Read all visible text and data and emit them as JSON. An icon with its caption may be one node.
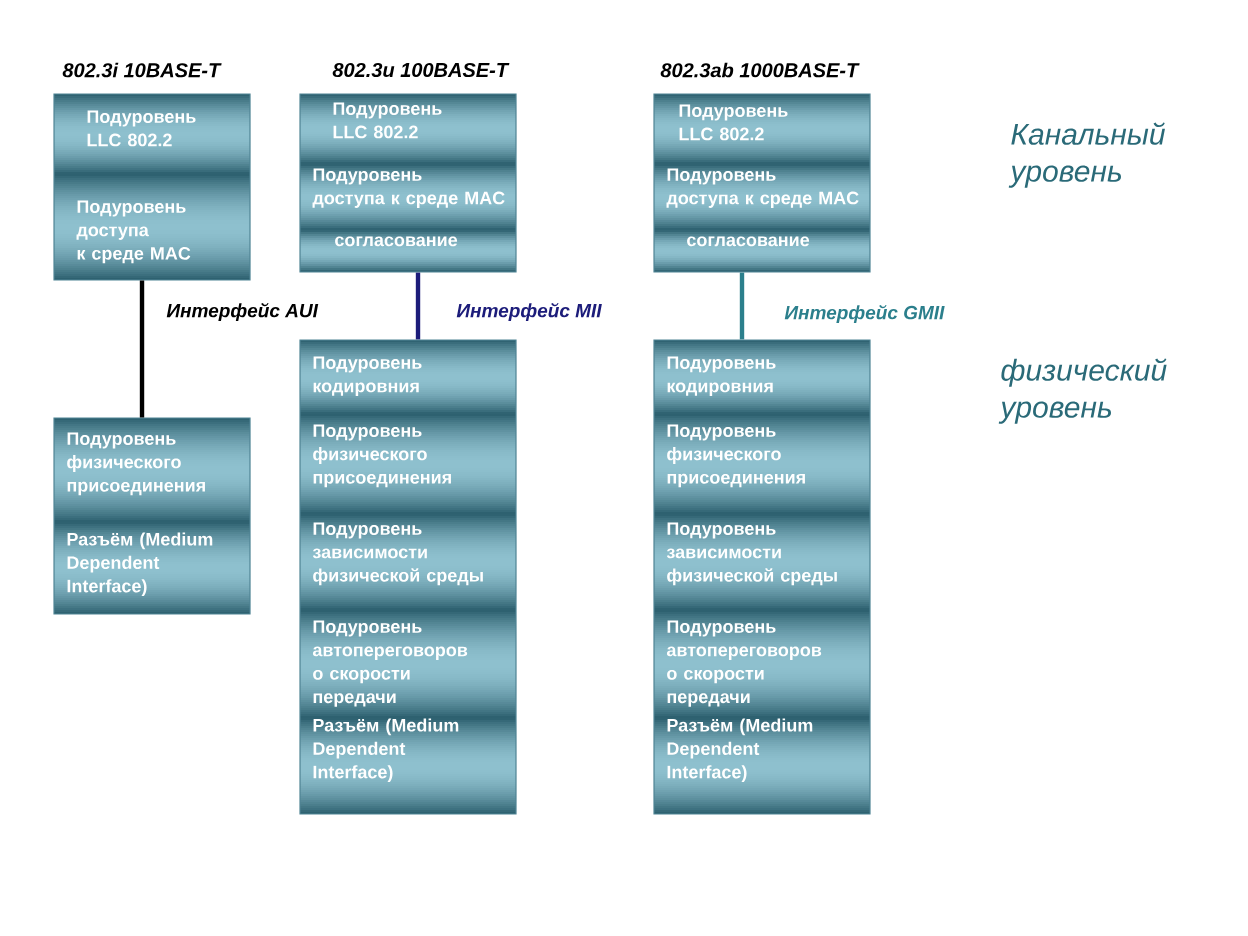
{
  "diagram": {
    "nodes": [
      {
        "text": [
          "Подуровень LLC 802.2",
          "Подуровень доступа к среде MAC"
        ],
        "beside": [
          "802.3i 10BASE-T"
        ]
      },
      {
        "text": [
          "Подуровень физического присоединения",
          "Разъём (Medium Dependent Interface)"
        ]
      },
      {
        "text": [
          "Подуровень LLC 802.2",
          "Подуровень доступа к среде MAC",
          "согласование"
        ],
        "beside": [
          "802.3u 100BASE-T"
        ]
      },
      {
        "text": [
          "Подуровень кодировния",
          "Подуровень физического присоединения",
          "Подуровень зависимости физической среды",
          "Подуровень автопереговоров о скорости передачи",
          "Разъём (Medium Dependent Interface)"
        ]
      },
      {
        "text": [
          "Подуровень LLC 802.2",
          "Подуровень доступа к среде MAC",
          "согласование"
        ],
        "beside": [
          "802.3ab 1000BASE-T"
        ]
      },
      {
        "text": [
          "Подуровень кодировния",
          "Подуровень физического присоединения",
          "Подуровень зависимости физической среды",
          "Подуровень автопереговоров о скорости передачи",
          "Разъём (Medium Dependent Interface)"
        ]
      }
    ],
    "edges": [
      {
        "from": 0,
        "to": 1,
        "arrow": "none",
        "label": "Интерфейс AUI",
        "color": "#000000"
      },
      {
        "from": 2,
        "to": 3,
        "arrow": "none",
        "label": "Интерфейс MII",
        "color": "#1c1c7a"
      },
      {
        "from": 4,
        "to": 5,
        "arrow": "none",
        "label": "Интерфейс GMII",
        "color": "#2b7f8c"
      }
    ],
    "labels": [
      "Канальный уровень",
      "физический уровень"
    ]
  }
}
